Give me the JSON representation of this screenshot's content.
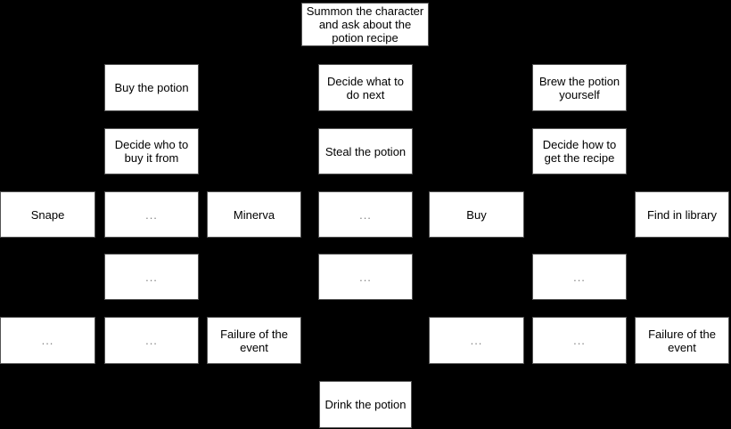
{
  "canvas": {
    "background_color": "#000000",
    "node_fill_color": "#ffffff",
    "node_border_color": "#545454",
    "node_text_color": "#000000",
    "ellipsis_text_color": "#808080"
  },
  "nodes": {
    "summon": {
      "label": "Summon the character and ask about the potion recipe"
    },
    "buy_potion": {
      "label": "Buy the potion"
    },
    "decide_next": {
      "label": "Decide what to do next"
    },
    "brew_potion": {
      "label": "Brew the potion yourself"
    },
    "decide_who": {
      "label": "Decide who to buy it from"
    },
    "steal_potion": {
      "label": "Steal the potion"
    },
    "decide_how": {
      "label": "Decide how to get the recipe"
    },
    "snape": {
      "label": "Snape"
    },
    "ellipsis_1": {
      "label": "..."
    },
    "minerva": {
      "label": "Minerva"
    },
    "ellipsis_2": {
      "label": "..."
    },
    "buy": {
      "label": "Buy"
    },
    "find_library": {
      "label": "Find in library"
    },
    "ellipsis_3": {
      "label": "..."
    },
    "ellipsis_4": {
      "label": "..."
    },
    "ellipsis_5": {
      "label": "..."
    },
    "ellipsis_6": {
      "label": "..."
    },
    "ellipsis_7": {
      "label": "..."
    },
    "failure_left": {
      "label": "Failure of the event"
    },
    "ellipsis_8": {
      "label": "..."
    },
    "ellipsis_9": {
      "label": "..."
    },
    "failure_right": {
      "label": "Failure of the event"
    },
    "drink": {
      "label": "Drink the potion"
    }
  }
}
